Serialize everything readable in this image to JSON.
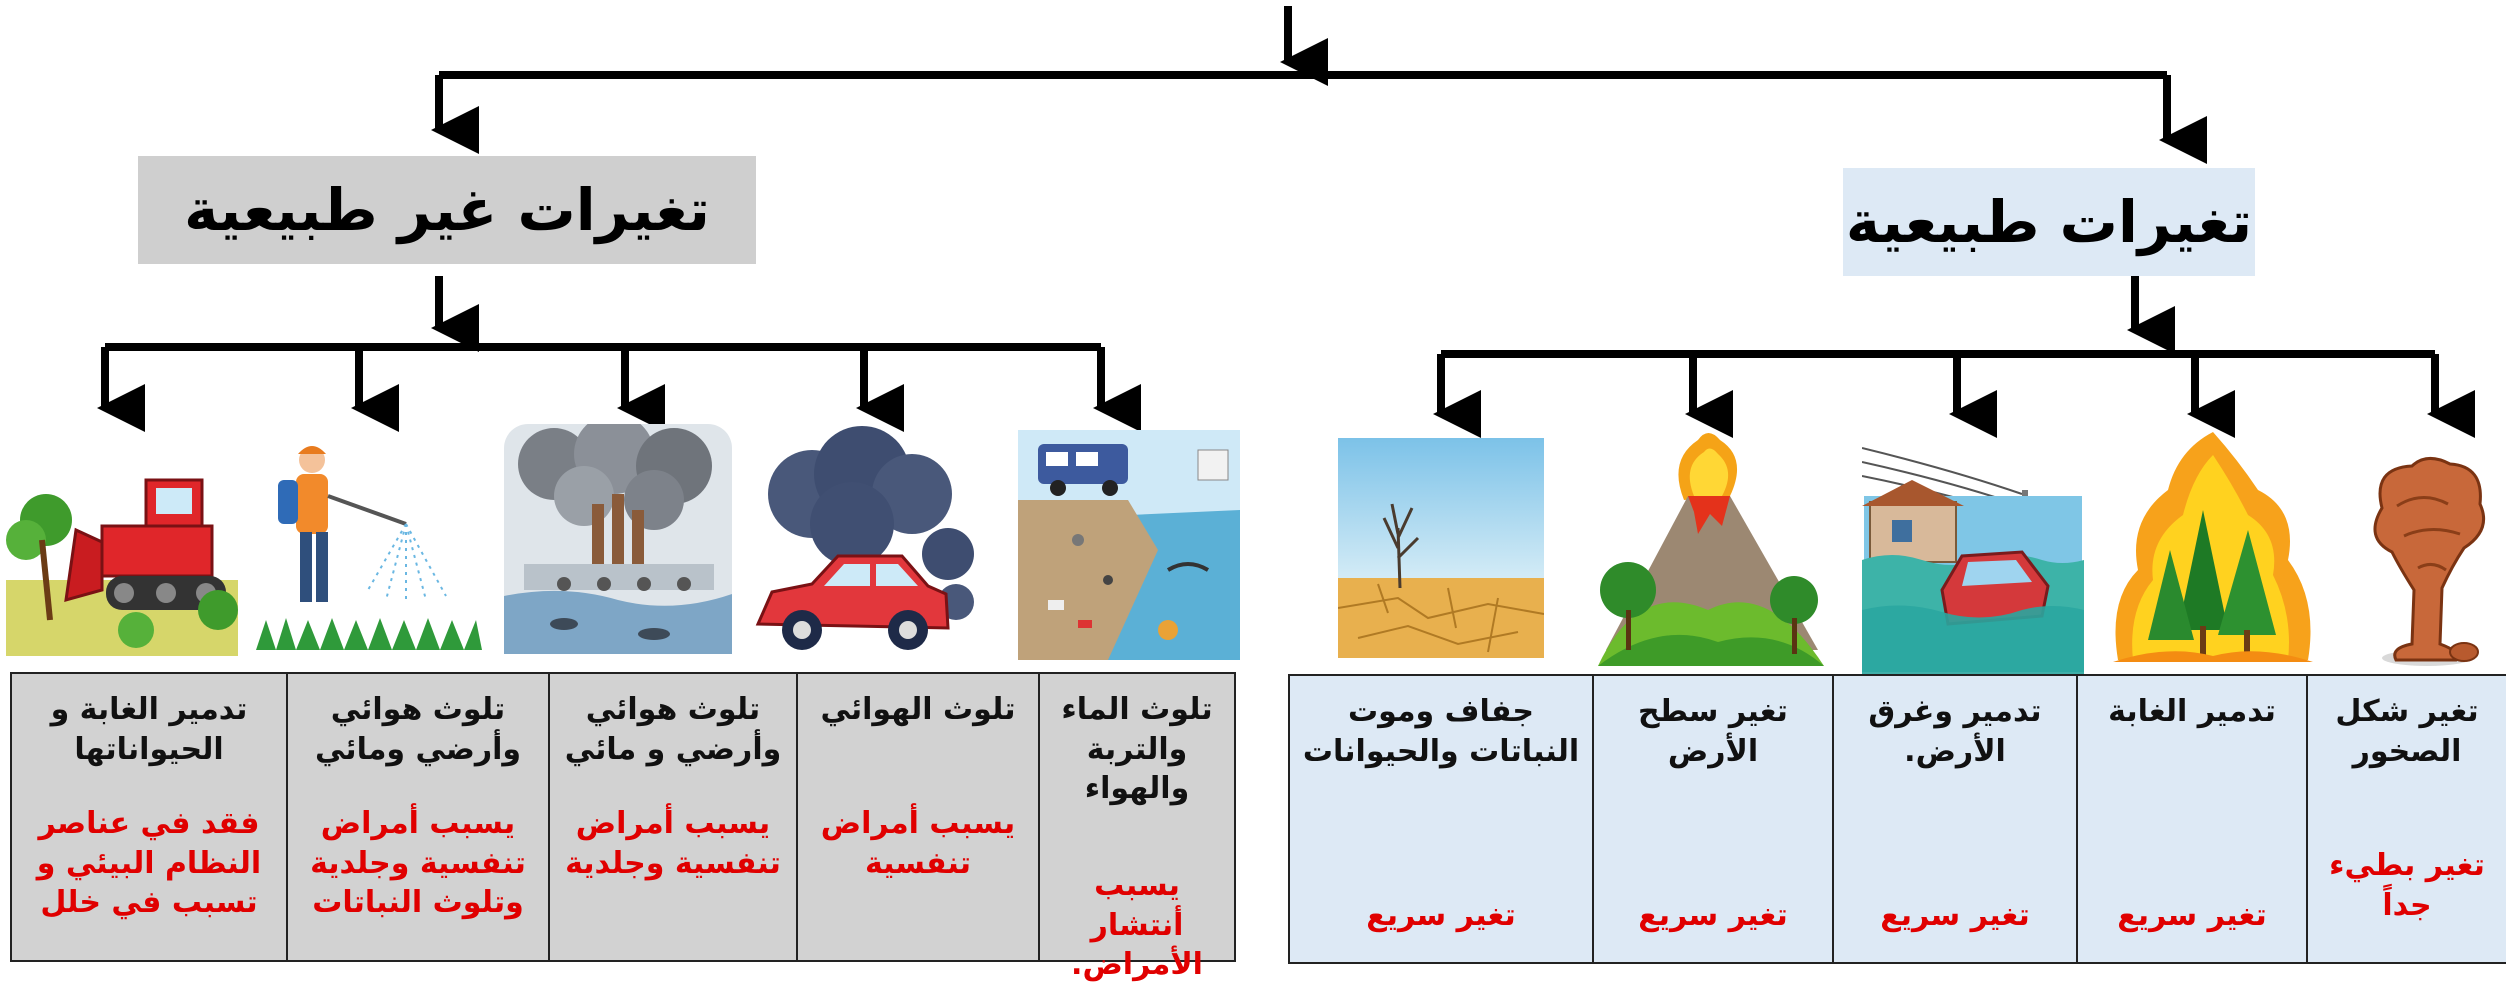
{
  "headings": {
    "natural": "تغيرات طبيعية",
    "unnatural": "تغيرات غير طبيعية"
  },
  "natural_changes": [
    {
      "title": "تغير شكل الصخور",
      "note": "تغير بطيء جداً",
      "illustration": "rock-icon"
    },
    {
      "title": "تدمير الغابة",
      "note": "تغير سريع",
      "illustration": "forest-fire-icon"
    },
    {
      "title": "تدمير وغرق الأرض.",
      "note": "تغير سريع",
      "illustration": "flood-icon"
    },
    {
      "title": "تغير سطح الأرض",
      "note": "تغير سريع",
      "illustration": "volcano-icon"
    },
    {
      "title": "جفاف وموت النباتات والحيوانات",
      "note": "تغير سريع",
      "illustration": "drought-icon"
    }
  ],
  "unnatural_changes": [
    {
      "title": "تلوث الماء والتربة والهواء",
      "note": "يسبب أنتشار الأمراض.",
      "illustration": "littered-shore-icon"
    },
    {
      "title": "تلوث الهوائي",
      "note": "يسبب أمراض تنفسية",
      "illustration": "car-smoke-icon"
    },
    {
      "title": "تلوث هوائي وأرضي و مائي",
      "note": "يسبب أمراض تنفسية وجلدية",
      "illustration": "factory-pollution-icon"
    },
    {
      "title": "تلوث هوائي وأرضي ومائي",
      "note": "يسبب أمراض تنفسية وجلدية وتلوث النباتات",
      "illustration": "pesticide-spraying-icon"
    },
    {
      "title": "تدمير الغابة و الحيواناتها",
      "note": "فقد في عناصر النظام البيئي و تسبب في خلل",
      "illustration": "bulldozer-icon"
    }
  ],
  "colors": {
    "natural_bg": "#dde9f5",
    "unnatural_bg": "#d2d2d2",
    "note_red": "#e00000",
    "connector": "#000000"
  }
}
